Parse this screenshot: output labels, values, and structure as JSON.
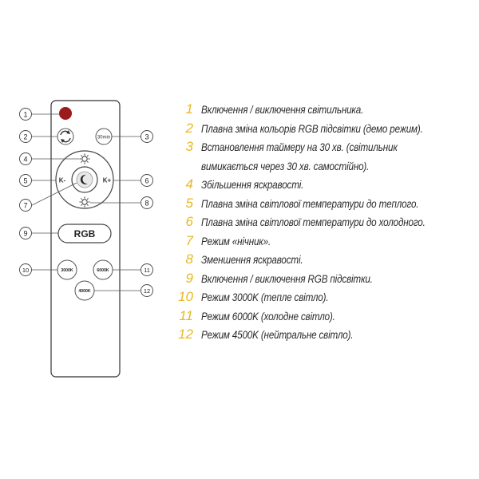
{
  "remote": {
    "timer_label": "30min",
    "k_minus_label": "K-",
    "k_plus_label": "K+",
    "rgb_label": "RGB",
    "k3000_label": "3000K",
    "k6000_label": "6000K",
    "k4000_label": "4000K",
    "callouts": [
      "1",
      "2",
      "3",
      "4",
      "5",
      "6",
      "7",
      "8",
      "9",
      "10",
      "11",
      "12"
    ],
    "power_color": "#9b1b1b"
  },
  "legend": {
    "accent_color": "#e8b820",
    "items": [
      {
        "num": "1",
        "text": "Включення / виключення світильника."
      },
      {
        "num": "2",
        "text": "Плавна зміна кольорів RGB підсвітки (демо режим)."
      },
      {
        "num": "3",
        "text": "Встановлення таймеру на 30 хв. (світильник вимикається через 30 хв. самостійно)."
      },
      {
        "num": "4",
        "text": "Збільшення яскравості."
      },
      {
        "num": "5",
        "text": "Плавна зміна світлової температури до теплого."
      },
      {
        "num": "6",
        "text": "Плавна зміна світлової температури до холодного."
      },
      {
        "num": "7",
        "text": "Режим «нічник»."
      },
      {
        "num": "8",
        "text": "Зменшення яскравості."
      },
      {
        "num": "9",
        "text": "Включення / виключення RGB підсвітки."
      },
      {
        "num": "10",
        "text": "Режим 3000K (тепле світло)."
      },
      {
        "num": "11",
        "text": "Режим 6000K (холодне світло)."
      },
      {
        "num": "12",
        "text": "Режим 4500K (нейтральне світло)."
      }
    ]
  }
}
